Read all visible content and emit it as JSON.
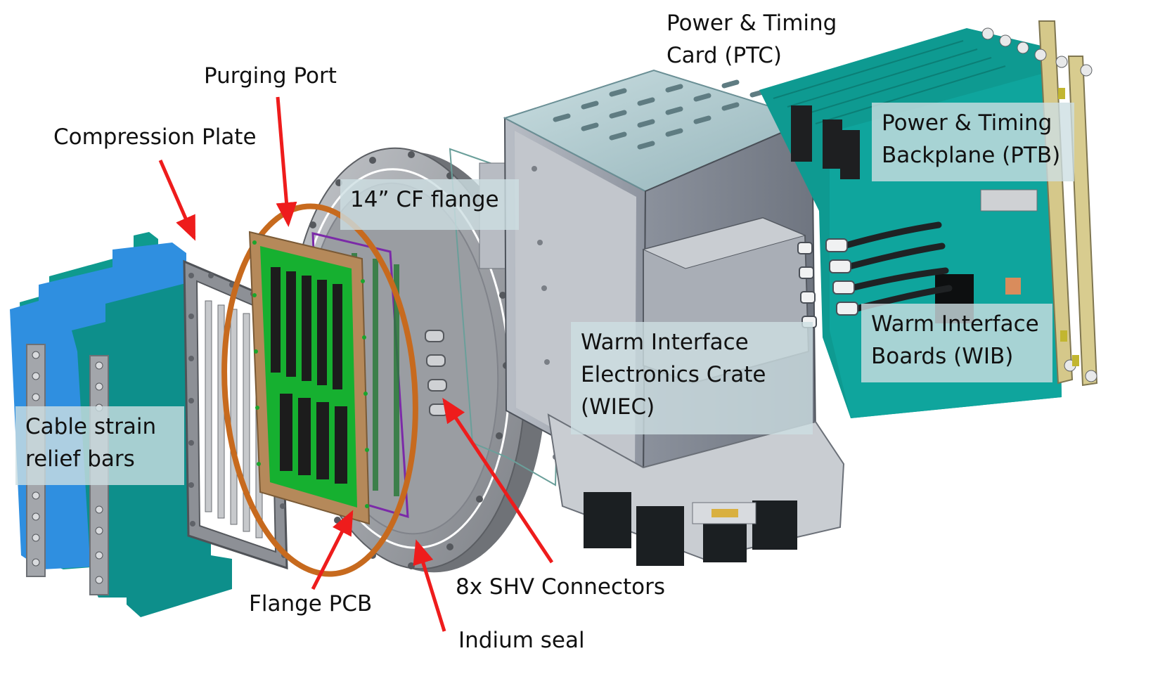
{
  "labels": {
    "compression_plate": "Compression Plate",
    "purging_port": "Purging Port",
    "cf_flange": "14” CF flange",
    "ptc_line1": "Power & Timing",
    "ptc_line2": "Card (PTC)",
    "ptb_line1": "Power & Timing",
    "ptb_line2": "Backplane (PTB)",
    "wiec_line1": "Warm Interface",
    "wiec_line2": "Electronics Crate",
    "wiec_line3": "(WIEC)",
    "wib_line1": "Warm Interface",
    "wib_line2": "Boards (WIB)",
    "cable_line1": "Cable strain",
    "cable_line2": "relief bars",
    "flange_pcb": "Flange PCB",
    "shv": "8x SHV Connectors",
    "indium": "Indium seal"
  },
  "colors": {
    "arrow": "#ee1c1c",
    "teal_board": "#0d9a94",
    "blue_bar": "#2f8fe0",
    "green_pcb": "#18b232",
    "copper_ring": "#c76a1e",
    "flange_gray": "#9c9fa4",
    "crate_gray": "#8c929e",
    "label_bg": "#cddee2"
  }
}
